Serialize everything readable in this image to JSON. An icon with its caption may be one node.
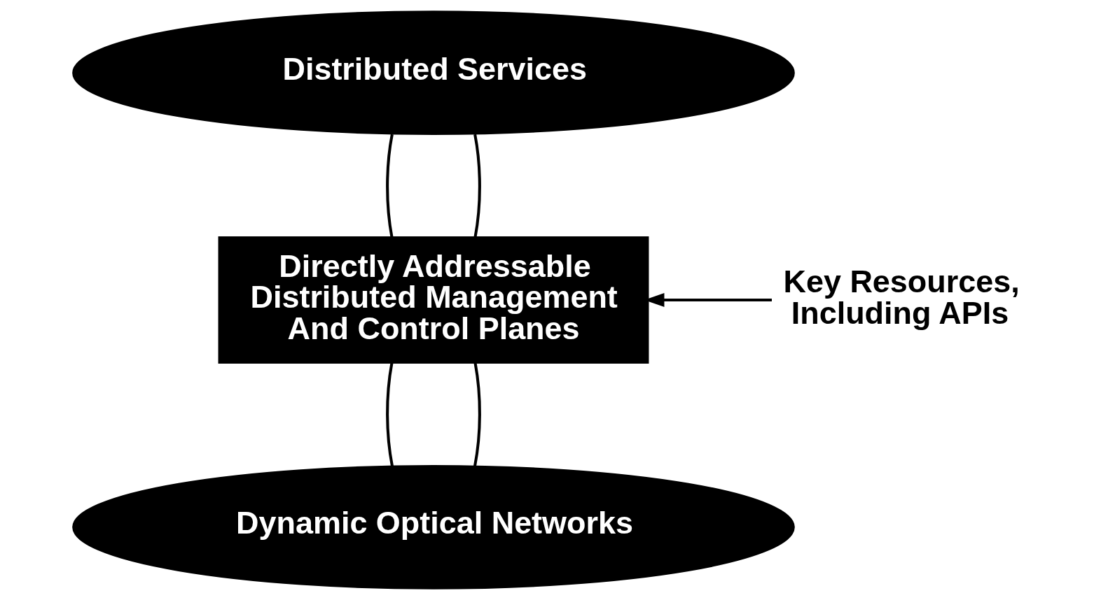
{
  "diagram": {
    "nodes": [
      {
        "text": [
          "Distributed Services"
        ]
      },
      {
        "text": [
          "Directly Addressable Distributed Management And Control Planes"
        ]
      },
      {
        "text": [
          "Dynamic Optical Networks"
        ]
      },
      {
        "text": [
          "Key Resources, Including APIs"
        ]
      }
    ],
    "edges": [
      {
        "from": 0,
        "to": 1,
        "arrow": "none"
      },
      {
        "from": 0,
        "to": 1,
        "arrow": "none"
      },
      {
        "from": 1,
        "to": 2,
        "arrow": "none"
      },
      {
        "from": 1,
        "to": 2,
        "arrow": "none"
      },
      {
        "from": 3,
        "to": 1,
        "arrow": "to"
      }
    ]
  }
}
